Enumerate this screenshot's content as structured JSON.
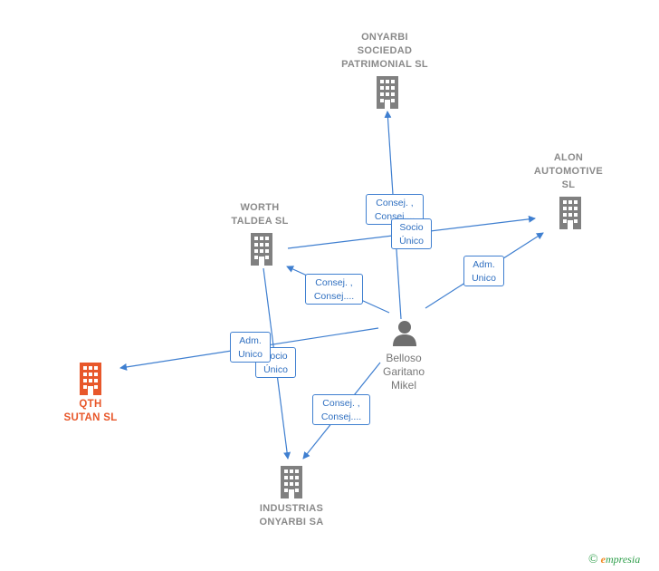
{
  "nodes": {
    "onyarbi_patrimonial": {
      "label": "ONYARBI\nSOCIEDAD\nPATRIMONIAL SL"
    },
    "alon_automotive": {
      "label": "ALON\nAUTOMOTIVE\nSL"
    },
    "worth_taldea": {
      "label": "WORTH\nTALDEA SL"
    },
    "qth_sutan": {
      "label": "QTH\nSUTAN  SL"
    },
    "industrias_onyarbi": {
      "label": "INDUSTRIAS\nONYARBI SA"
    },
    "person": {
      "label": "Belloso\nGaritano\nMikel"
    }
  },
  "relations": {
    "r_onyarbi": "Consej. ,\nConsej....",
    "r_socio_alon": "Socio\nÚnico",
    "r_adm_alon": "Adm.\nUnico",
    "r_worth": "Consej. ,\nConsej....",
    "r_adm_qth": "Adm.\nUnico",
    "r_socio_ind": "Socio\nÚnico",
    "r_industrias": "Consej. ,\nConsej...."
  },
  "colors": {
    "building": "#808080",
    "focus_building": "#e8572a",
    "edge": "#3f7fd0",
    "person": "#6e6e6e"
  },
  "brand": {
    "copyright": "©",
    "name_first": "e",
    "name_rest": "mpresia"
  }
}
